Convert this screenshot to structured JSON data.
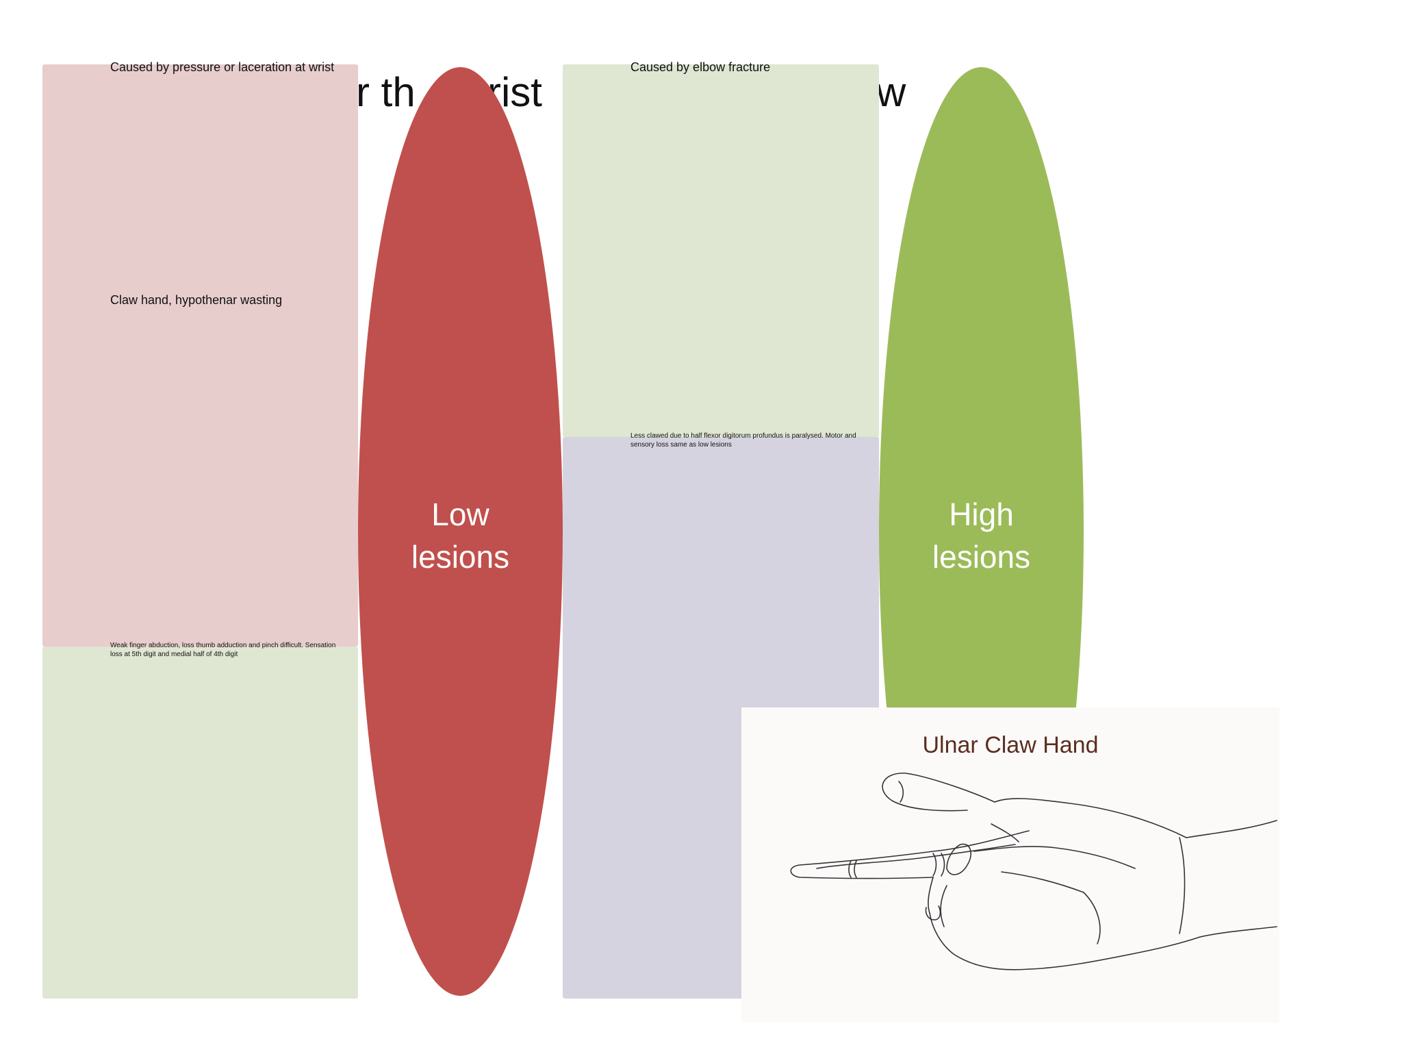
{
  "title": {
    "fragment_1": "r th",
    "fragment_2": "rist",
    "fragment_3": "w"
  },
  "low_lesions": {
    "label": "Low\nlesions",
    "cause": "Caused by pressure or laceration at wrist",
    "signs": "Claw hand, hypothenar wasting",
    "deficits": "Weak finger abduction, loss thumb adduction and pinch difficult. Sensation loss at 5th digit and medial half of 4th digit",
    "colors": {
      "oval": "#c0504d",
      "panel_top": "#e8cdcd",
      "panel_bottom": "#dfe6d2"
    }
  },
  "high_lesions": {
    "label": "High\nlesions",
    "cause": "Caused by elbow fracture",
    "deficits": "Less clawed due to half flexor digitorum profundus is paralysed. Motor and sensory loss same as low lesions",
    "colors": {
      "oval": "#9bbb59",
      "panel_top": "#dfe6d2",
      "panel_bottom": "#d5d3df"
    }
  },
  "figure": {
    "title": "Ulnar Claw Hand",
    "icon": "ulnar-claw-hand-drawing"
  }
}
